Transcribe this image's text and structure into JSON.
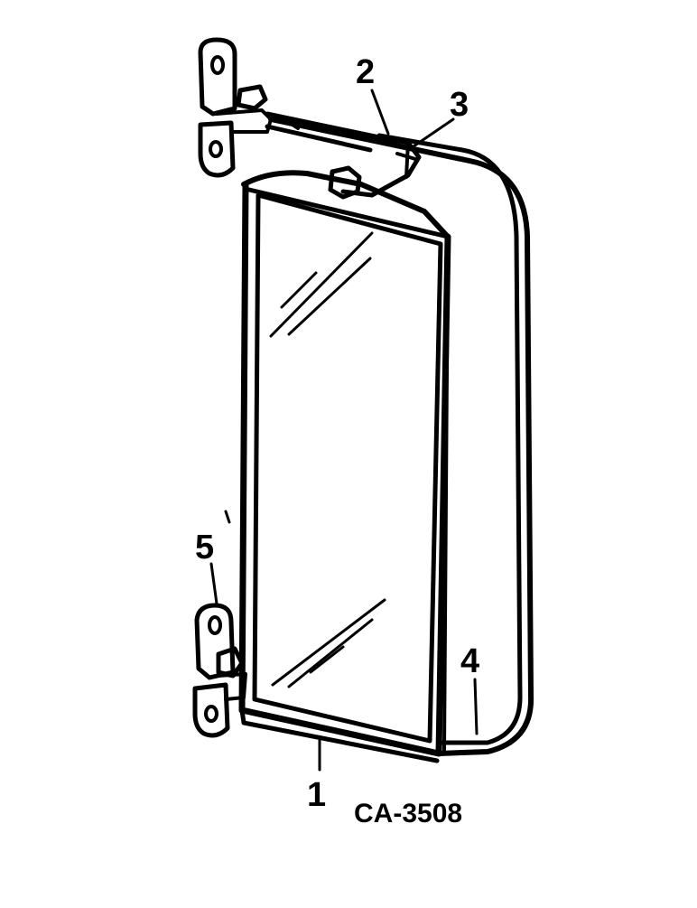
{
  "diagram": {
    "callouts": [
      "1",
      "2",
      "3",
      "4",
      "5"
    ],
    "figure_code": "CA-3508",
    "colors": {
      "ink": "#000000",
      "paper": "#ffffff"
    }
  }
}
